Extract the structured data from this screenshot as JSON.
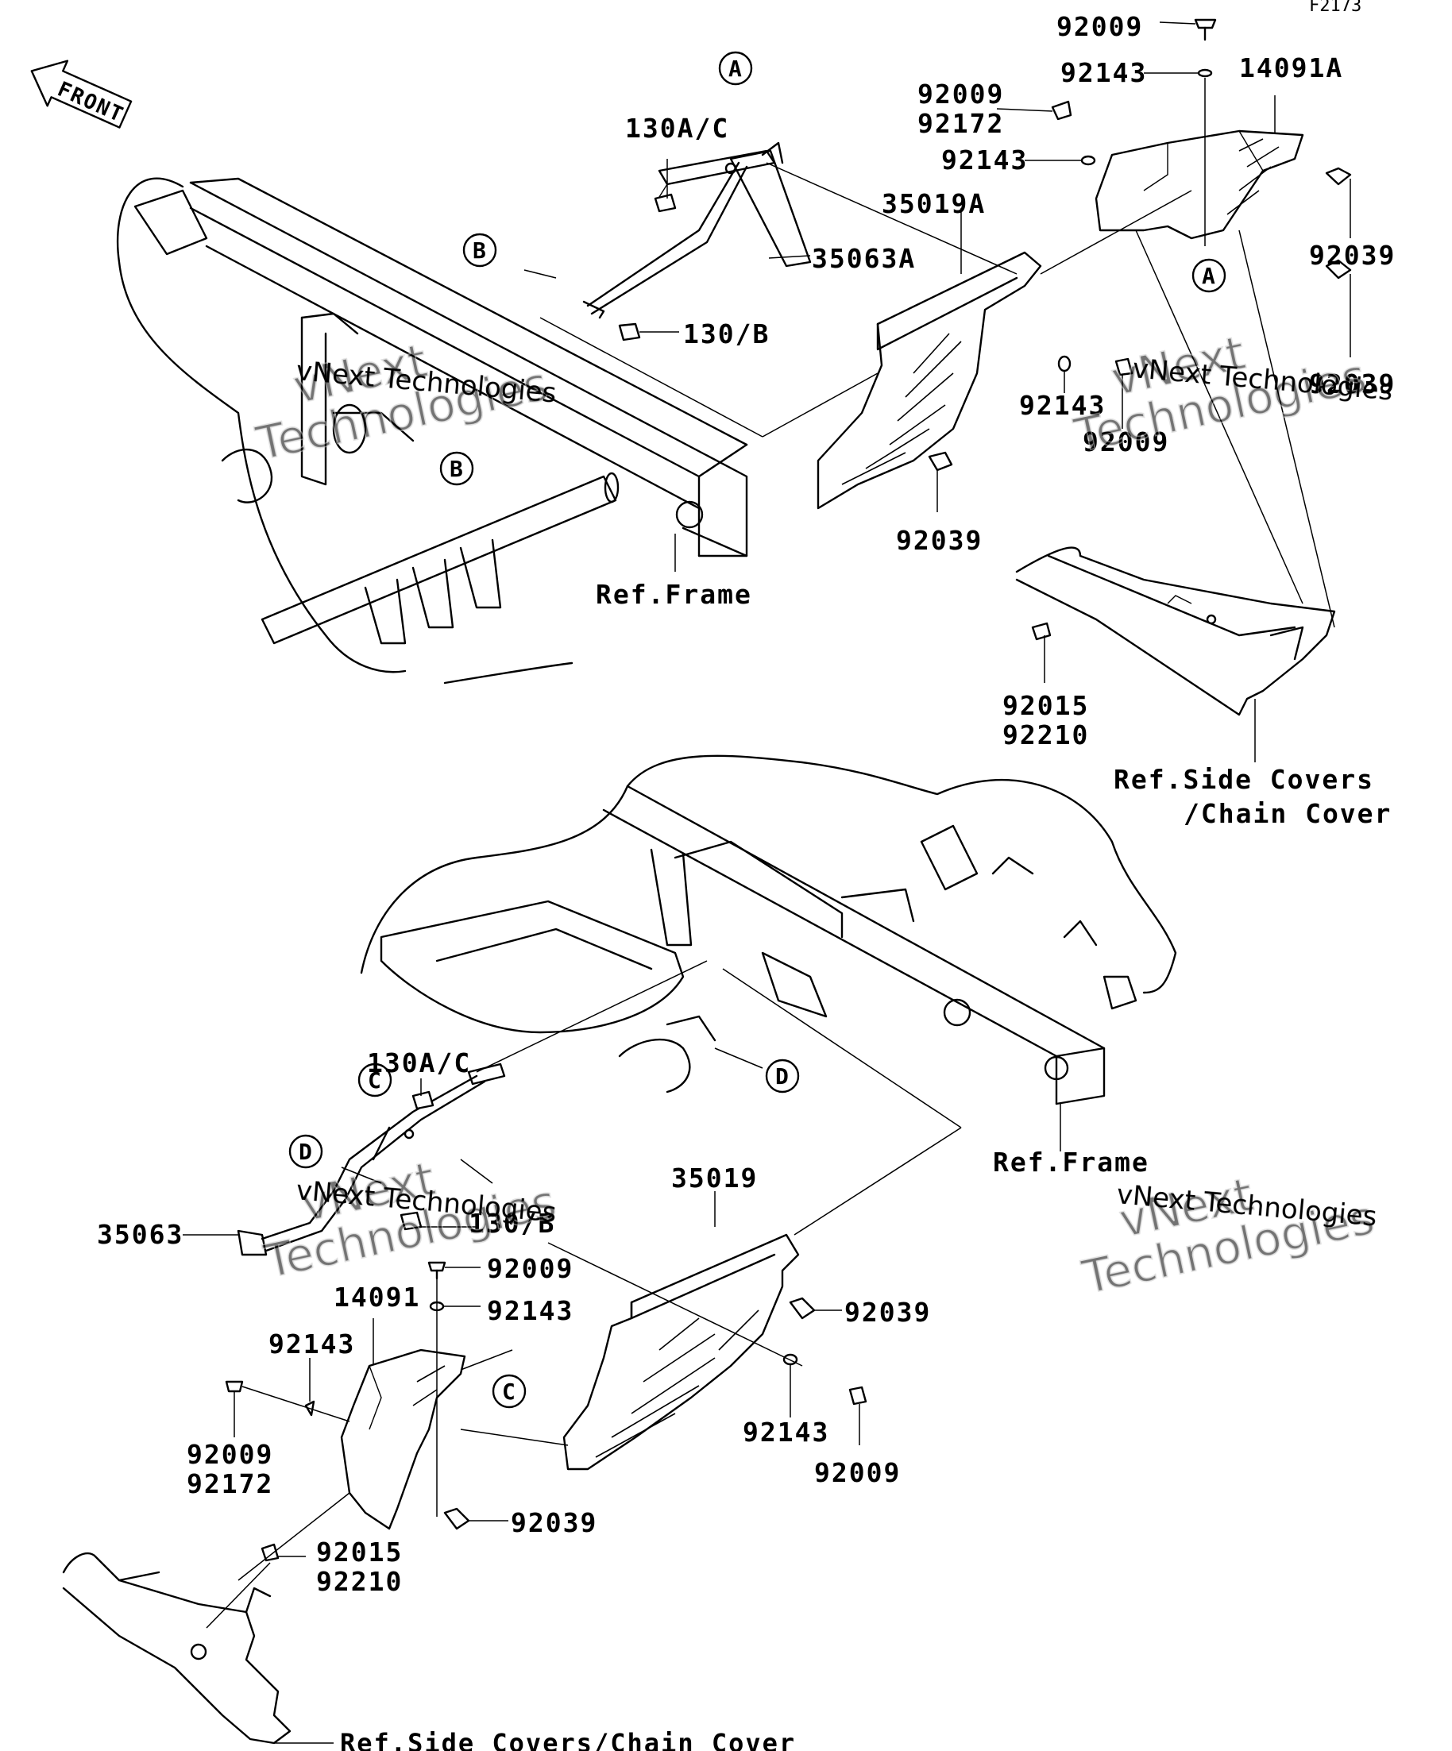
{
  "figure_code": "F2173",
  "front_arrow_label": "FRONT",
  "circle_markers": [
    "A",
    "B",
    "C",
    "D"
  ],
  "part_numbers": {
    "p92009": "92009",
    "p92143": "92143",
    "p92172": "92172",
    "p14091A": "14091A",
    "p14091": "14091",
    "p130AC": "130A/C",
    "p130B": "130/B",
    "p35063A": "35063A",
    "p35063": "35063",
    "p35019A": "35019A",
    "p35019": "35019",
    "p92039": "92039",
    "p92015": "92015",
    "p92210": "92210"
  },
  "references": {
    "frame": "Ref.Frame",
    "side_covers_line1": "Ref.Side Covers",
    "side_covers_line2": "/Chain Cover",
    "side_covers_full": "Ref.Side Covers/Chain Cover"
  },
  "watermark": {
    "line1": "vNext Technologies",
    "line2": "vNext",
    "line3": "Technologies"
  }
}
